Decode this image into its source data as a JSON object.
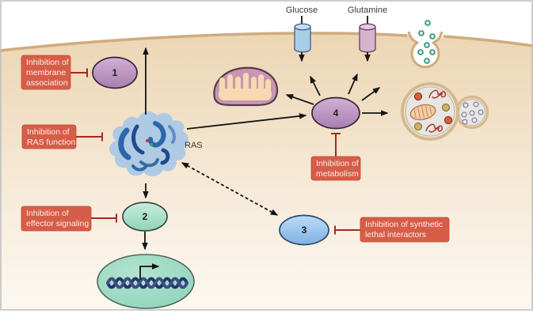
{
  "labels": {
    "glucose": "Glucose",
    "glutamine": "Glutamine",
    "ras": "RAS"
  },
  "nodes": [
    {
      "id": "node-1",
      "number": "1",
      "meaning": "membrane-association step"
    },
    {
      "id": "node-2",
      "number": "2",
      "meaning": "effector signaling step"
    },
    {
      "id": "node-3",
      "number": "3",
      "meaning": "synthetic lethal interactor"
    },
    {
      "id": "node-4",
      "number": "4",
      "meaning": "metabolism step"
    }
  ],
  "boxes": [
    {
      "id": "membrane-association",
      "lines": [
        "Inhibition of",
        "membrane",
        "association"
      ]
    },
    {
      "id": "ras-function",
      "lines": [
        "Inhibition of",
        "RAS function"
      ]
    },
    {
      "id": "effector-signaling",
      "lines": [
        "Inhibition of",
        "effector signaling"
      ]
    },
    {
      "id": "metabolism",
      "lines": [
        "Inhibition of",
        "metabolism"
      ]
    },
    {
      "id": "synthetic-lethal",
      "lines": [
        "Inhibition of synthetic",
        "lethal interactors"
      ]
    }
  ],
  "icons": {
    "mitochondrion-icon": "bean-shape-with-cristae",
    "autophagosome-icon": "double-membrane-circle-with-cargo",
    "macropinocytosis-vesicle-icon": "membrane-cup-with-dots",
    "ras-protein-icon": "blue-protein-ribbon-blob",
    "nucleus-icon": "green-oval-with-dna-helix",
    "transporter-icon": "membrane-cylinder-channel",
    "inhibition-tbar-icon": "blunt-ended-line"
  },
  "colors": {
    "inhibition_box": "#d65d48",
    "inhibition_connector": "#a02c1f",
    "membrane": "#cfab7e",
    "cell_fill_top": "#ecd5b3",
    "cell_fill_bottom": "#fcf8f1",
    "node1_fill": "#b88cbc",
    "node2_fill": "#9fdcc2",
    "node3_fill": "#8fc0ec",
    "node4_fill": "#b88cbc",
    "nucleus_fill": "#94d6bd",
    "dna": "#26356b",
    "arrow": "#141414",
    "glucose_transporter": "#a9cde9",
    "glutamine_transporter": "#d7b3cd",
    "vesicle_dot": "#2f8a74",
    "border": "#b6babd"
  }
}
